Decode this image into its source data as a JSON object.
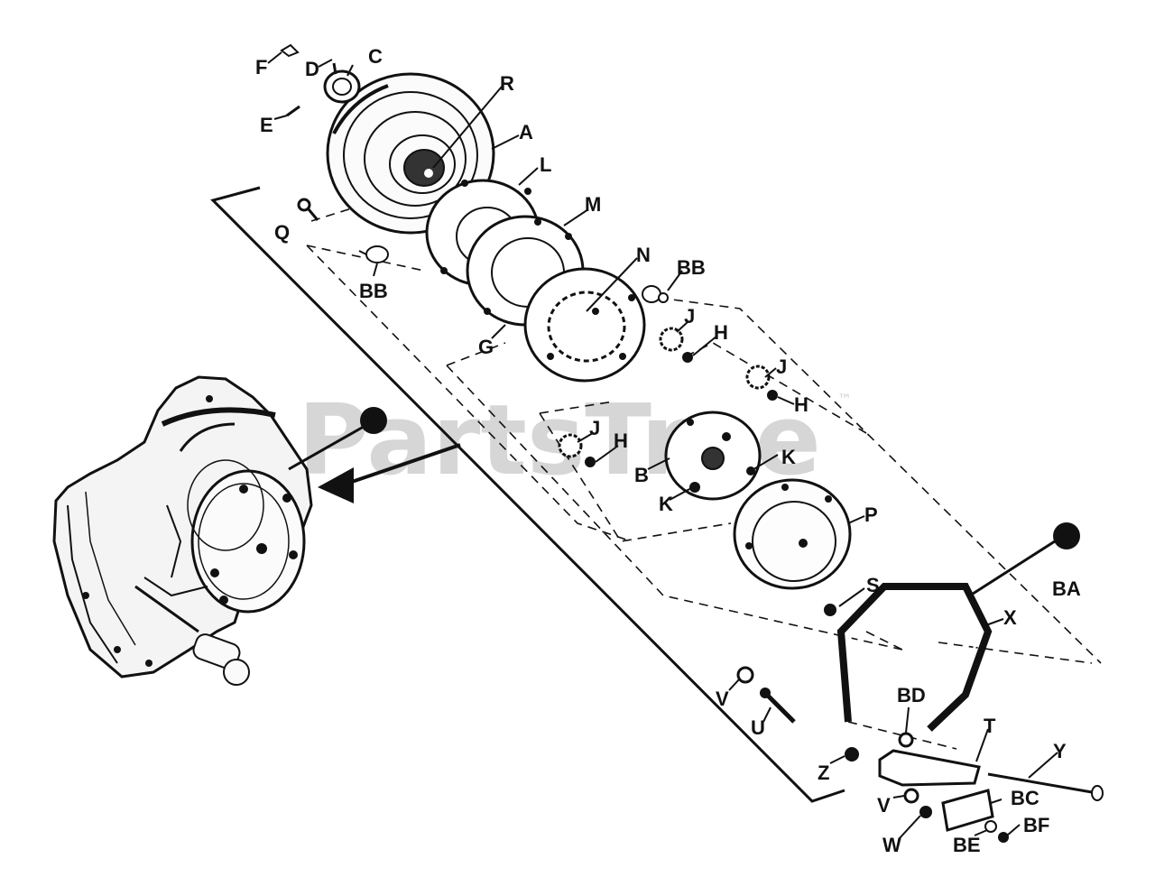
{
  "watermark": {
    "text": "PartsTree",
    "trademark": "™"
  },
  "callouts": [
    {
      "id": "F",
      "text": "F"
    },
    {
      "id": "D",
      "text": "D"
    },
    {
      "id": "C",
      "text": "C"
    },
    {
      "id": "E",
      "text": "E"
    },
    {
      "id": "R",
      "text": "R"
    },
    {
      "id": "A",
      "text": "A"
    },
    {
      "id": "L",
      "text": "L"
    },
    {
      "id": "Q",
      "text": "Q"
    },
    {
      "id": "M",
      "text": "M"
    },
    {
      "id": "N",
      "text": "N"
    },
    {
      "id": "BB1",
      "text": "BB"
    },
    {
      "id": "BB2",
      "text": "BB"
    },
    {
      "id": "G",
      "text": "G"
    },
    {
      "id": "J1",
      "text": "J"
    },
    {
      "id": "H1",
      "text": "H"
    },
    {
      "id": "J2",
      "text": "J"
    },
    {
      "id": "H2",
      "text": "H"
    },
    {
      "id": "J3",
      "text": "J"
    },
    {
      "id": "H3",
      "text": "H"
    },
    {
      "id": "B",
      "text": "B"
    },
    {
      "id": "K1",
      "text": "K"
    },
    {
      "id": "K2",
      "text": "K"
    },
    {
      "id": "P",
      "text": "P"
    },
    {
      "id": "S",
      "text": "S"
    },
    {
      "id": "BA",
      "text": "BA"
    },
    {
      "id": "X",
      "text": "X"
    },
    {
      "id": "V1",
      "text": "V"
    },
    {
      "id": "U",
      "text": "U"
    },
    {
      "id": "BD",
      "text": "BD"
    },
    {
      "id": "T",
      "text": "T"
    },
    {
      "id": "Y",
      "text": "Y"
    },
    {
      "id": "Z",
      "text": "Z"
    },
    {
      "id": "V2",
      "text": "V"
    },
    {
      "id": "BC",
      "text": "BC"
    },
    {
      "id": "W",
      "text": "W"
    },
    {
      "id": "BE",
      "text": "BE"
    },
    {
      "id": "BF",
      "text": "BF"
    }
  ]
}
